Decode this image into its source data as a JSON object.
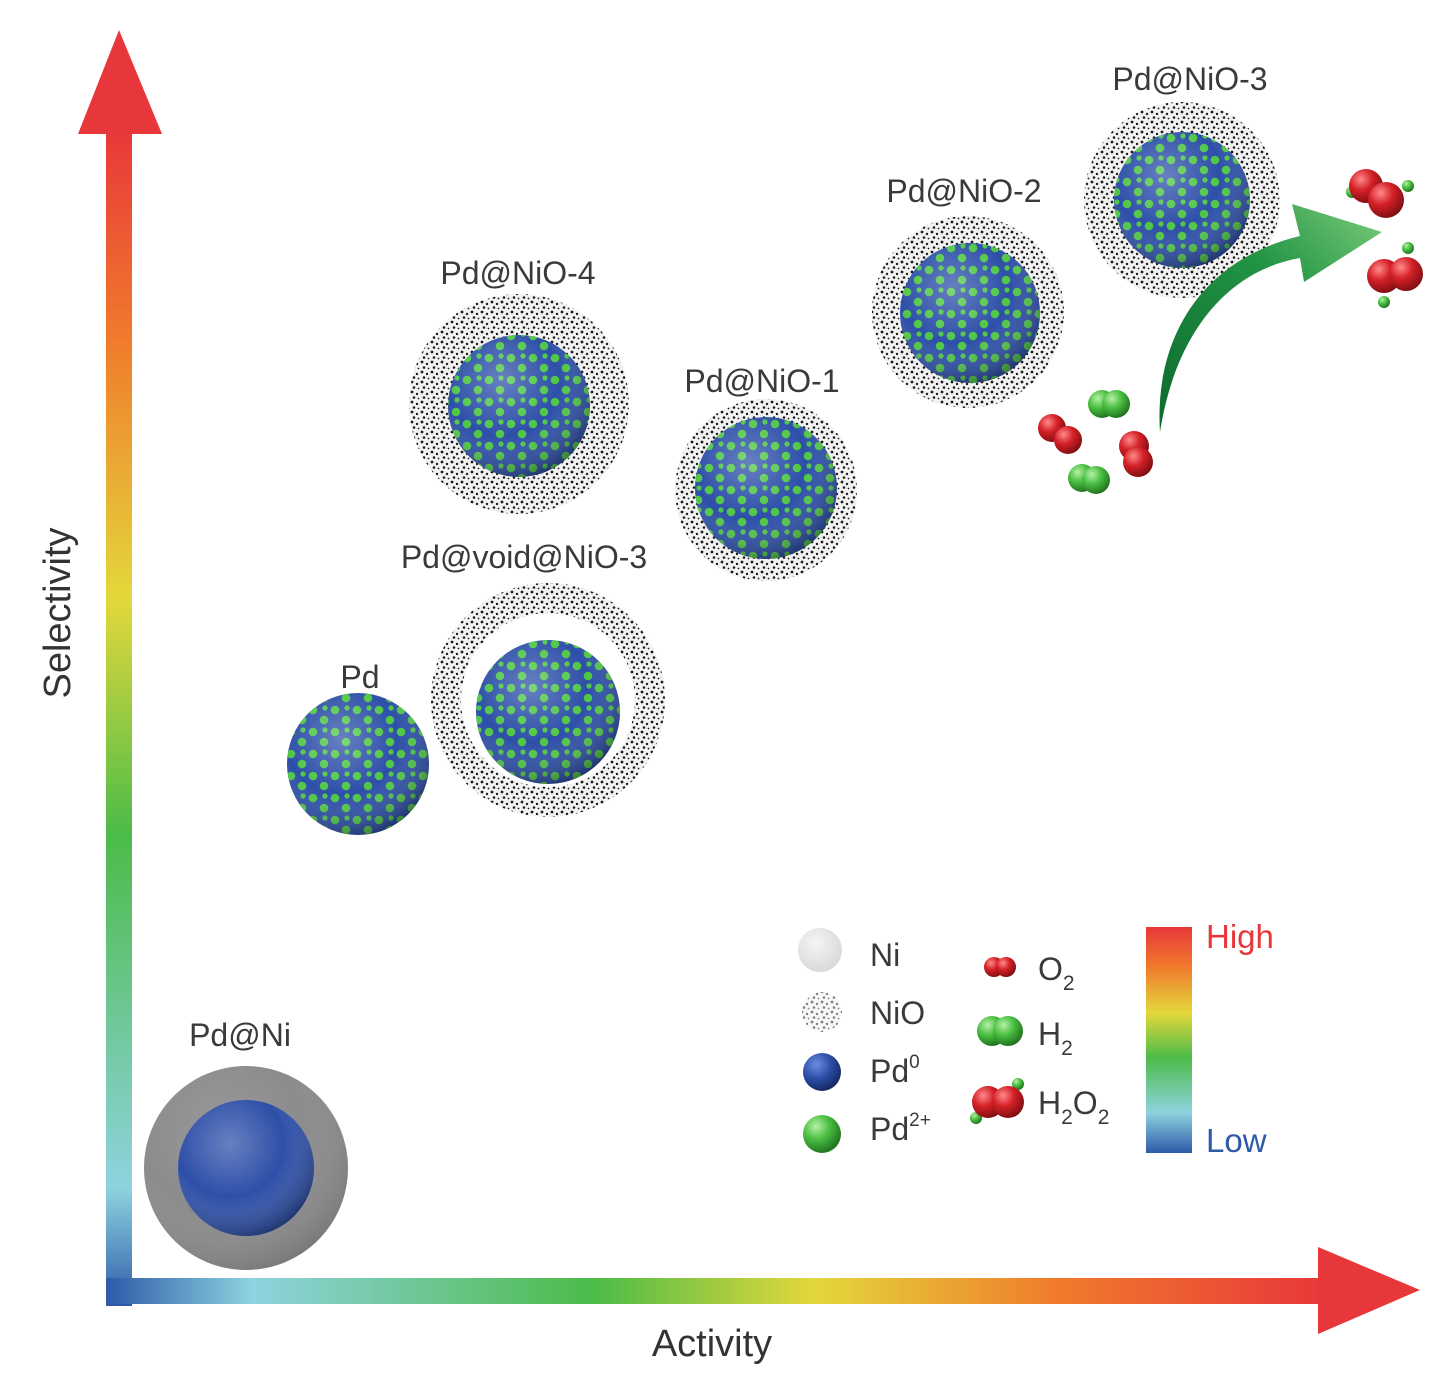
{
  "axes": {
    "x_label": "Activity",
    "y_label": "Selectivity"
  },
  "samples": [
    {
      "name": "Pd@Ni",
      "shell": "Ni",
      "rank": 0
    },
    {
      "name": "Pd",
      "shell": "none",
      "rank": 1
    },
    {
      "name": "Pd@void@NiO-3",
      "shell": "NiO-void",
      "rank": 2
    },
    {
      "name": "Pd@NiO-4",
      "shell": "NiO",
      "rank": 3
    },
    {
      "name": "Pd@NiO-1",
      "shell": "NiO",
      "rank": 4
    },
    {
      "name": "Pd@NiO-2",
      "shell": "NiO",
      "rank": 5
    },
    {
      "name": "Pd@NiO-3",
      "shell": "NiO",
      "rank": 6
    }
  ],
  "legend": {
    "ni": "Ni",
    "nio": "NiO",
    "pd0_base": "Pd",
    "pd0_sup": "0",
    "pd2_base": "Pd",
    "pd2_sup": "2+",
    "o2_a": "O",
    "o2_sub": "2",
    "h2_a": "H",
    "h2_sub": "2",
    "h2o2_a": "H",
    "h2o2_sub1": "2",
    "h2o2_b": "O",
    "h2o2_sub2": "2"
  },
  "colorbar": {
    "high": "High",
    "low": "Low",
    "high_color": "#e8373a",
    "low_color": "#2e5aa8"
  },
  "colors": {
    "pd0": "#2d4fa8",
    "pd2": "#4cc043",
    "ni_shell": "#8a8a8c",
    "o_atom": "#d42127",
    "h_atom": "#56c24a",
    "arrow_green": "#1a8c3c",
    "gradient": [
      "#2e5aa8",
      "#8ed3df",
      "#5dbb46",
      "#e3d83b",
      "#f08a2c",
      "#e8373a"
    ]
  },
  "reaction": {
    "reactants": [
      "O2",
      "H2",
      "O2",
      "H2"
    ],
    "product": "H2O2"
  }
}
